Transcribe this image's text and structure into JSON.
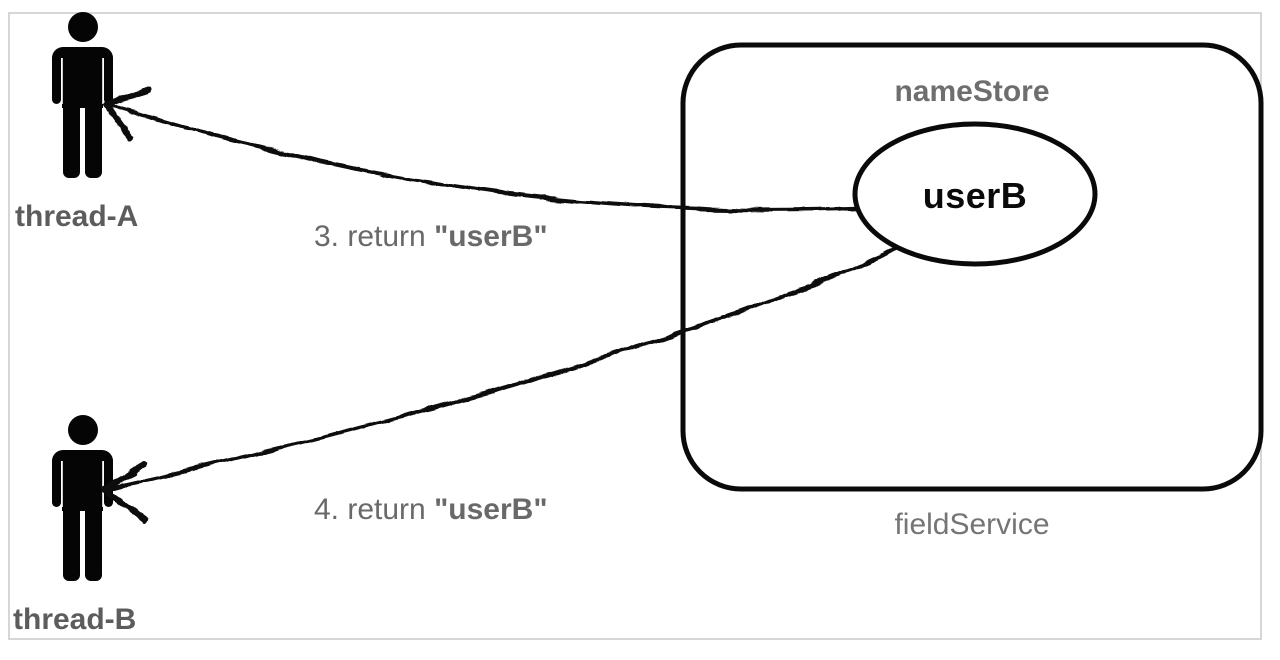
{
  "diagram": {
    "actors": {
      "a": {
        "label": "thread-A"
      },
      "b": {
        "label": "thread-B"
      }
    },
    "store": {
      "title": "nameStore",
      "node_label": "userB",
      "caption": "fieldService"
    },
    "messages": {
      "m3": {
        "prefix": "3. return ",
        "value": "\"userB\""
      },
      "m4": {
        "prefix": "4. return ",
        "value": "\"userB\""
      }
    },
    "colors": {
      "ink": "#0a0a0a",
      "actor_label_gray": "#5c5c5c",
      "muted_gray": "#6e6e6e",
      "caption_gray": "#757575",
      "message_gray": "#696969",
      "frame_border": "#d6d6d6",
      "background": "#ffffff"
    }
  }
}
